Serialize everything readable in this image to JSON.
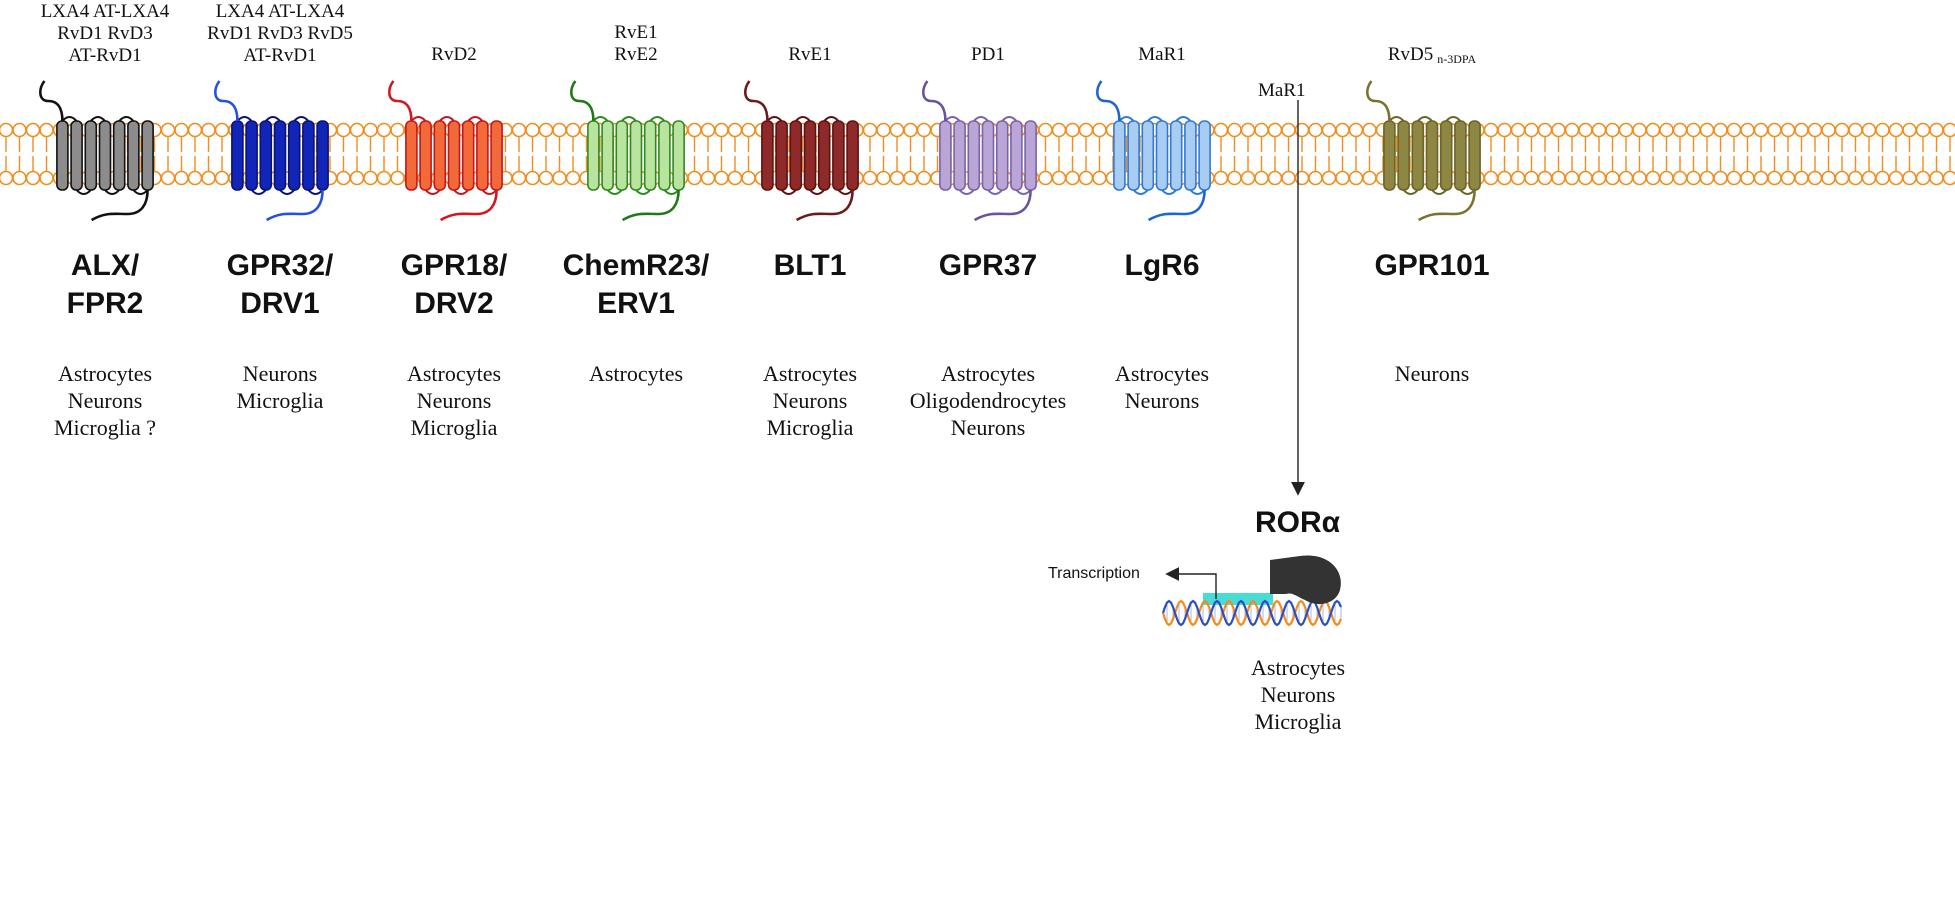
{
  "colors": {
    "membrane": "#f28c1c",
    "membrane_fill": "#ffffff",
    "arrow": "#222222",
    "dna_orange": "#f28c1c",
    "dna_blue": "#2d4fbf",
    "dna_highlight": "#35d7d0",
    "rora_shape": "#333333"
  },
  "receptors": [
    {
      "id": "alx",
      "name_lines": [
        "ALX/",
        "FPR2"
      ],
      "ligand_lines": [
        "LXA4 AT-LXA4",
        "RvD1  RvD3",
        "AT-RvD1"
      ],
      "cell_lines": [
        "Astrocytes",
        "Neurons",
        "Microglia ?"
      ],
      "fill": "#8c8c8c",
      "stroke": "#111111",
      "tail": "#111111"
    },
    {
      "id": "gpr32",
      "name_lines": [
        "GPR32/",
        "DRV1"
      ],
      "ligand_lines": [
        "LXA4 AT-LXA4",
        "RvD1 RvD3 RvD5",
        "AT-RvD1"
      ],
      "cell_lines": [
        "Neurons",
        "Microglia"
      ],
      "fill": "#1126b8",
      "stroke": "#0a1370",
      "tail": "#2451e0"
    },
    {
      "id": "gpr18",
      "name_lines": [
        "GPR18/",
        "DRV2"
      ],
      "ligand_lines": [
        "RvD2"
      ],
      "cell_lines": [
        "Astrocytes",
        "Neurons",
        "Microglia"
      ],
      "fill": "#f26a3a",
      "stroke": "#c4161c",
      "tail": "#d01820"
    },
    {
      "id": "chemr23",
      "name_lines": [
        "ChemR23/",
        "ERV1"
      ],
      "ligand_lines": [
        "RvE1",
        "RvE2"
      ],
      "cell_lines": [
        "Astrocytes"
      ],
      "fill": "#b8e4a0",
      "stroke": "#2f8a1e",
      "tail": "#1f7a14"
    },
    {
      "id": "blt1",
      "name_lines": [
        "BLT1"
      ],
      "ligand_lines": [
        "RvE1"
      ],
      "cell_lines": [
        "Astrocytes",
        "Neurons",
        "Microglia"
      ],
      "fill": "#8e2a2a",
      "stroke": "#5c1212",
      "tail": "#6e1a1a"
    },
    {
      "id": "gpr37",
      "name_lines": [
        "GPR37"
      ],
      "ligand_lines": [
        "PD1"
      ],
      "cell_lines": [
        "Astrocytes",
        "Oligodendrocytes",
        "Neurons"
      ],
      "fill": "#b9a6d6",
      "stroke": "#7a63a8",
      "tail": "#6a52a0"
    },
    {
      "id": "lgr6",
      "name_lines": [
        "LgR6"
      ],
      "ligand_lines": [
        "MaR1"
      ],
      "cell_lines": [
        "Astrocytes",
        "Neurons"
      ],
      "fill": "#a9cdf2",
      "stroke": "#2f7ad6",
      "tail": "#1e66cf"
    },
    {
      "id": "gpr101",
      "name_lines": [
        "GPR101"
      ],
      "ligand_main": "RvD5",
      "ligand_sub": "n-3DPA",
      "cell_lines": [
        "Neurons"
      ],
      "fill": "#8e8744",
      "stroke": "#6b6428",
      "tail": "#7a7330"
    }
  ],
  "nuclear": {
    "ligand": "MaR1",
    "receptor_name": "RORα",
    "transcription_label": "Transcription",
    "cell_lines": [
      "Astrocytes",
      "Neurons",
      "Microglia"
    ]
  }
}
